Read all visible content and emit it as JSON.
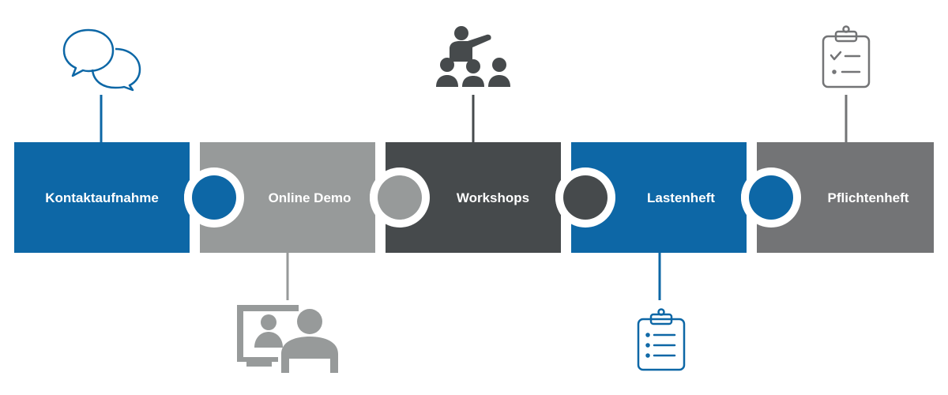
{
  "colors": {
    "blue": "#0d67a6",
    "light_gray": "#979a9a",
    "dark_gray": "#464a4c",
    "mid_gray": "#737476",
    "background": "#ffffff"
  },
  "steps": [
    {
      "label": "Kontaktaufnahme",
      "color": "#0d67a6",
      "icon": "chat-bubbles-icon",
      "icon_side": "top"
    },
    {
      "label": "Online Demo",
      "color": "#979a9a",
      "icon": "video-call-icon",
      "icon_side": "bottom"
    },
    {
      "label": "Workshops",
      "color": "#464a4c",
      "icon": "presenter-audience-icon",
      "icon_side": "top"
    },
    {
      "label": "Lastenheft",
      "color": "#0d67a6",
      "icon": "clipboard-list-icon",
      "icon_side": "bottom"
    },
    {
      "label": "Pflichtenheft",
      "color": "#737476",
      "icon": "clipboard-checklist-icon",
      "icon_side": "top"
    }
  ]
}
